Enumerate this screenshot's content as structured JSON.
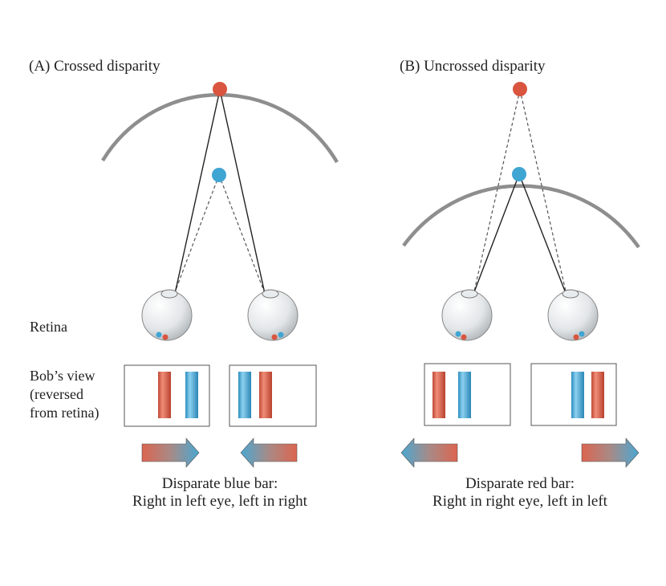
{
  "panels": {
    "a": {
      "title": "(A)  Crossed disparity",
      "caption_line1": "Disparate blue bar:",
      "caption_line2": "Right in left eye, left in right"
    },
    "b": {
      "title": "(B)  Uncrossed disparity",
      "caption_line1": "Disparate red bar:",
      "caption_line2": "Right in right eye, left in left"
    }
  },
  "side_labels": {
    "retina": "Retina",
    "bobs_view_1": "Bob’s view",
    "bobs_view_2": "(reversed",
    "bobs_view_3": "from retina)"
  },
  "colors": {
    "red": "#d9553f",
    "blue": "#3fa5d3",
    "horopter": "#8e8e8e",
    "line": "#222222"
  }
}
